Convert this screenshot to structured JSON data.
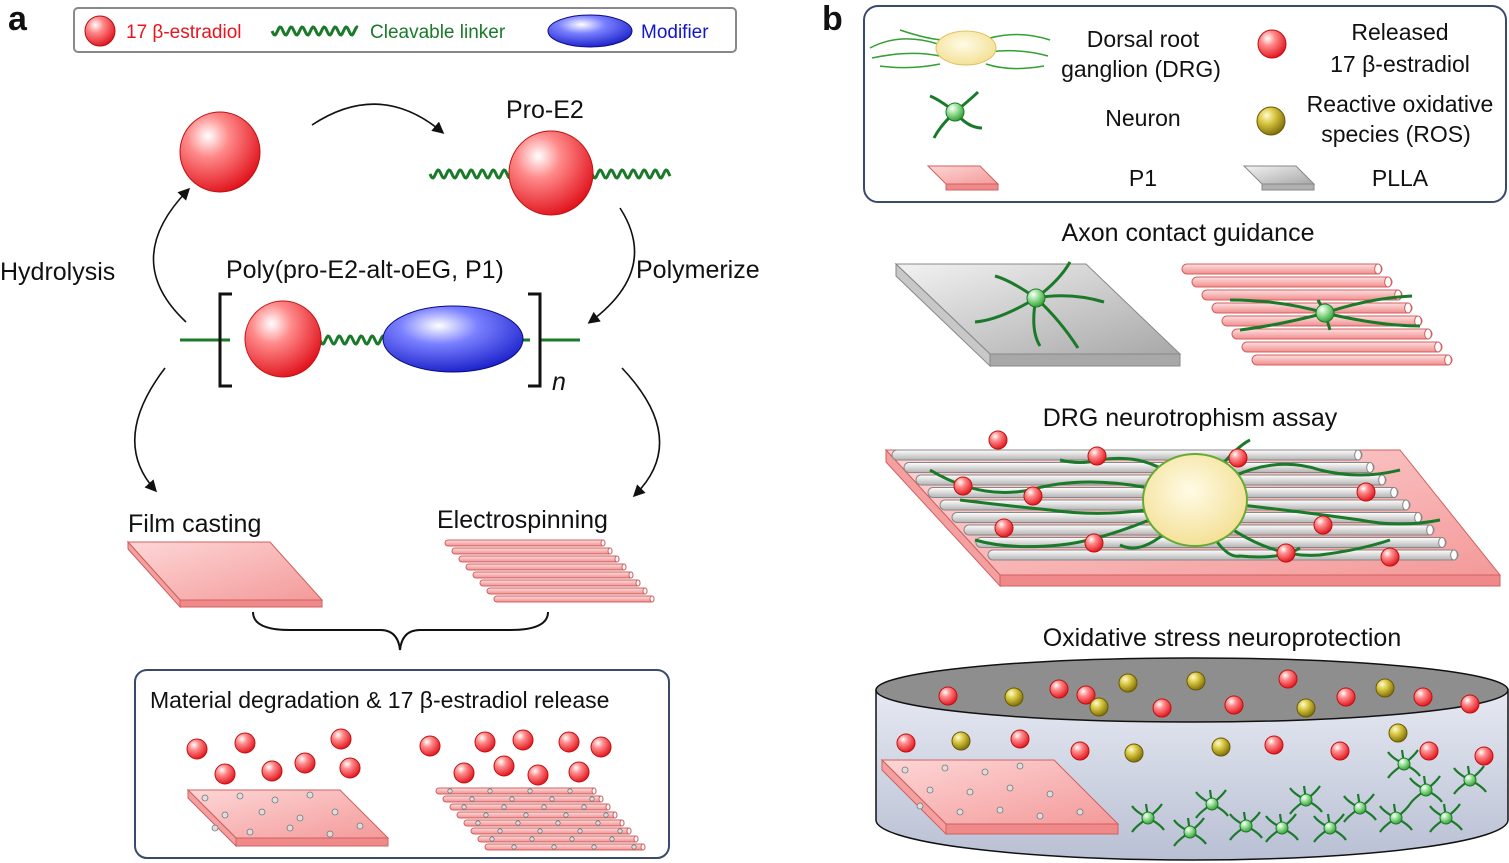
{
  "panel_a": {
    "letter": "a",
    "legend": {
      "estradiol": "17 β-estradiol",
      "linker": "Cleavable linker",
      "modifier": "Modifier"
    },
    "pro_e2": "Pro-E2",
    "hydrolysis": "Hydrolysis",
    "polymerize": "Polymerize",
    "polymer_name": "Poly(pro-E2-alt-oEG, P1)",
    "repeat_n": "n",
    "film_casting": "Film casting",
    "electrospinning": "Electrospinning",
    "release_box": "Material degradation & 17 β-estradiol release"
  },
  "panel_b": {
    "letter": "b",
    "legend": {
      "drg_line1": "Dorsal root",
      "drg_line2": "ganglion (DRG)",
      "released_line1": "Released",
      "released_line2": "17 β-estradiol",
      "neuron": "Neuron",
      "ros_line1": "Reactive oxidative",
      "ros_line2": "species (ROS)",
      "p1": "P1",
      "plla": "PLLA"
    },
    "axon_title": "Axon contact guidance",
    "drg_title": "DRG neurotrophism assay",
    "oxidative_title": "Oxidative stress neuroprotection"
  },
  "colors": {
    "estradiol_red": "#e8141e",
    "linker_green": "#1a7a2a",
    "modifier_blue": "#1018c8",
    "film_pink": "#f7a9a9",
    "ros_yellow": "#b8a21a",
    "plla_gray": "#c8c8c8",
    "box_border": "#3a4a6a"
  }
}
